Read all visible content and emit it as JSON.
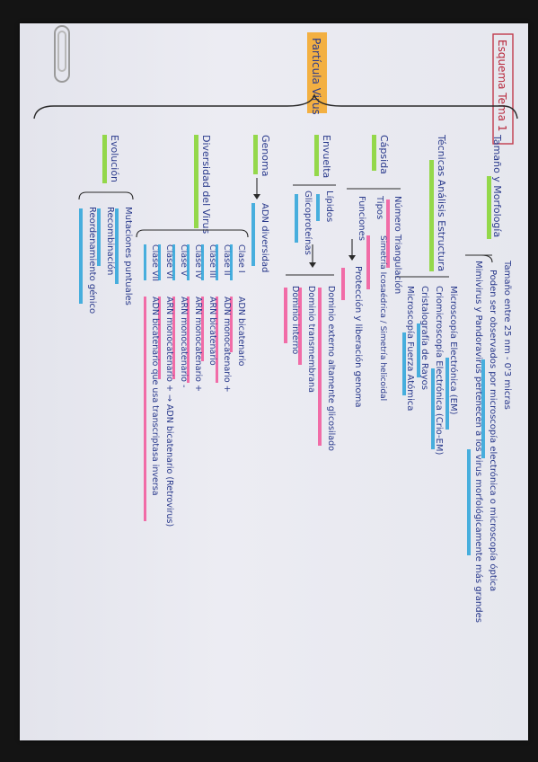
{
  "header": {
    "title": "Esquema Tema 1",
    "root": "Partícula Virus",
    "colors": {
      "ink": "#2a3a8c",
      "title_ink": "#b8283b",
      "root_highlight": "#f5a623",
      "green": "#7ed321",
      "blue": "#2aa3d9",
      "pink": "#f2569a"
    }
  },
  "branches": {
    "tamano": {
      "label": "Tamaño y Morfología",
      "items": [
        "Tamaño entre 25 nm - 0'3 micras",
        "Poden ser observados por microscopía electrónica o microscopía óptica",
        "Mimivirus y Pandoravirus pertenecen a los virus morfológicamente más grandes"
      ]
    },
    "tecnicas": {
      "label": "Técnicas Análisis Estructura",
      "items": [
        "Microscopía Electrónica (EM)",
        "Criomicroscopía Electrónica (Crio-EM)",
        "Cristalografía de Rayos",
        "Microscopía Fuerza Atómica"
      ]
    },
    "capsida": {
      "label": "Cápsida",
      "items": [
        {
          "label": "Funciones",
          "detail": "Protección y liberación genoma"
        },
        {
          "label": "Tipos",
          "detail": "Simetría Icosaédrica / Simetría helicoidal"
        },
        {
          "label": "Número Triangulación"
        }
      ]
    },
    "envuelta": {
      "label": "Envuelta",
      "items": [
        "Lípidos",
        "Glicoproteínas",
        "Dominio externo altamente glicosilado",
        "Dominio transmembrana",
        "Dominio interno"
      ]
    },
    "genoma": {
      "label": "Genoma",
      "detail": "ADN diversidad"
    },
    "diversidad": {
      "label": "Diversidad del Virus",
      "classes": [
        {
          "label": "Clase I",
          "detail": "ADN bicatenario"
        },
        {
          "label": "Clase II",
          "detail": "ADN monocatenario +"
        },
        {
          "label": "Clase III",
          "detail": "ARN bicatenario"
        },
        {
          "label": "Clase IV",
          "detail": "ARN monocatenario +"
        },
        {
          "label": "Clase V",
          "detail": "ARN monocatenario -"
        },
        {
          "label": "Clase VI",
          "detail": "ARN monocatenario + → ADN bicatenario (Retrovirus)"
        },
        {
          "label": "Clase VII",
          "detail": "ADN bicatenario que usa transcriptasa inversa"
        }
      ]
    },
    "evolucion": {
      "label": "Evolución",
      "items": [
        "Mutaciones puntuales",
        "Recombinación",
        "Reordenamiento génico"
      ]
    }
  }
}
